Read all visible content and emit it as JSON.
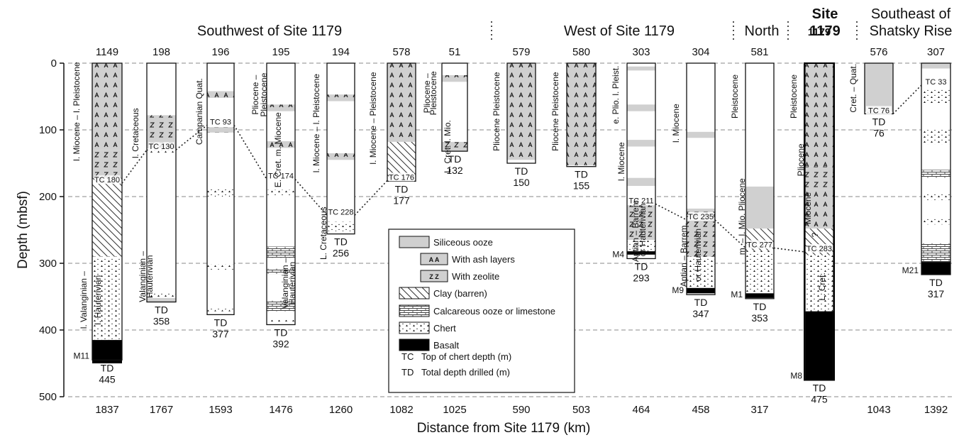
{
  "chart_data": {
    "type": "stratigraphic-columns",
    "ylabel": "Depth (mbsf)",
    "xlabel": "Distance from Site 1179 (km)",
    "yticks": [
      0,
      100,
      200,
      300,
      400,
      500
    ],
    "ylim": [
      0,
      500
    ],
    "regions": [
      {
        "label": "Southwest of Site 1179",
        "bold": false
      },
      {
        "label": "West of Site 1179",
        "bold": false
      },
      {
        "label": "North",
        "bold": false
      },
      {
        "label": "Site",
        "label2": "1179",
        "bold": true
      },
      {
        "label": "Southeast of",
        "label2": "Shatsky Rise",
        "bold": false
      }
    ],
    "colors": {
      "siliceous": "#d0d0d0",
      "basalt": "#000000",
      "clay_stroke": "#333333",
      "grid": "#888888"
    },
    "sites": [
      {
        "site": "1149",
        "distance": "1837",
        "td": 445,
        "td_label": "TD",
        "td_value": "445",
        "tc": 180,
        "tc_label": "TC 180",
        "m_label": "M11",
        "ages": [
          {
            "text": "l. Miocene – l. Pleistocene",
            "from": 0,
            "to": 145
          },
          {
            "text": "l. Valanginian –",
            "from": 290,
            "to": 420
          },
          {
            "text": "l. Hauterivian",
            "from": 290,
            "to": 420
          }
        ],
        "layers": [
          {
            "from": 0,
            "to": 130,
            "fill": "ash"
          },
          {
            "from": 130,
            "to": 172,
            "fill": "zeolite"
          },
          {
            "from": 172,
            "to": 290,
            "fill": "clay"
          },
          {
            "from": 290,
            "to": 415,
            "fill": "chert"
          },
          {
            "from": 415,
            "to": 450,
            "fill": "basalt"
          }
        ]
      },
      {
        "site": "198",
        "distance": "1767",
        "td": 358,
        "td_label": "TD",
        "td_value": "358",
        "tc": 130,
        "tc_label": "TC 130",
        "ages": [
          {
            "text": "l. Cretaceous",
            "from": 60,
            "to": 150
          },
          {
            "text": "Valanginian –",
            "from": 270,
            "to": 370
          },
          {
            "text": "Hauterivian",
            "from": 270,
            "to": 370
          }
        ],
        "layers": [
          {
            "from": 78,
            "to": 128,
            "fill": "zeolite"
          },
          {
            "from": 128,
            "to": 134,
            "fill": "chert"
          },
          {
            "from": 345,
            "to": 352,
            "fill": "chert"
          },
          {
            "from": 352,
            "to": 358,
            "fill": "siliceous"
          }
        ]
      },
      {
        "site": "196",
        "distance": "1593",
        "td": 377,
        "td_label": "TD",
        "td_value": "377",
        "tc": 93,
        "tc_label": "TC 93",
        "ages": [
          {
            "text": "Campanian Quat.",
            "from": 0,
            "to": 145
          }
        ],
        "layers": [
          {
            "from": 42,
            "to": 52,
            "fill": "ash"
          },
          {
            "from": 96,
            "to": 104,
            "fill": "zeolite"
          },
          {
            "from": 188,
            "to": 200,
            "fill": "chert"
          },
          {
            "from": 302,
            "to": 310,
            "fill": "chert"
          },
          {
            "from": 368,
            "to": 372,
            "fill": "chert"
          }
        ]
      },
      {
        "site": "195",
        "distance": "1476",
        "td": 392,
        "td_label": "TD",
        "td_value": "392",
        "tc": 174,
        "tc_label": "TC 174",
        "ages": [
          {
            "text": "Pliocene –",
            "from": 0,
            "to": 95
          },
          {
            "text": "Pleistocene",
            "from": 0,
            "to": 95
          },
          {
            "text": "E. Cret. m. Miocene",
            "from": 80,
            "to": 180
          },
          {
            "text": "Valanginian –",
            "from": 275,
            "to": 385
          },
          {
            "text": "Hauterivian",
            "from": 275,
            "to": 385
          }
        ],
        "layers": [
          {
            "from": 62,
            "to": 72,
            "fill": "ash"
          },
          {
            "from": 117,
            "to": 127,
            "fill": "ash"
          },
          {
            "from": 190,
            "to": 198,
            "fill": "chert"
          },
          {
            "from": 275,
            "to": 292,
            "fill": "limestone"
          },
          {
            "from": 308,
            "to": 316,
            "fill": "limestone"
          },
          {
            "from": 356,
            "to": 372,
            "fill": "limestone"
          },
          {
            "from": 385,
            "to": 390,
            "fill": "chert"
          }
        ]
      },
      {
        "site": "194",
        "distance": "1260",
        "td": 256,
        "td_label": "TD",
        "td_value": "256",
        "tc": 228,
        "tc_label": "TC 228",
        "ages": [
          {
            "text": "l. Miocene – l. Pleistocene",
            "from": 0,
            "to": 180
          },
          {
            "text": "L. Cretaceous",
            "from": 210,
            "to": 300
          }
        ],
        "layers": [
          {
            "from": 47,
            "to": 57,
            "fill": "ash"
          },
          {
            "from": 135,
            "to": 145,
            "fill": "ash"
          },
          {
            "from": 238,
            "to": 252,
            "fill": "chert"
          }
        ]
      },
      {
        "site": "578",
        "distance": "1082",
        "td": 177,
        "td_label": "TD",
        "td_value": "177",
        "tc": 176,
        "tc_label": "TC 176",
        "ages": [
          {
            "text": "l. Miocene – Pleistocene",
            "from": 0,
            "to": 165
          }
        ],
        "layers": [
          {
            "from": 0,
            "to": 118,
            "fill": "ash"
          },
          {
            "from": 118,
            "to": 172,
            "fill": "clay"
          }
        ]
      },
      {
        "site": "51",
        "distance": "1025",
        "td": 132,
        "td_label": "TD",
        "td_value": "132",
        "ages": [
          {
            "text": "Pliocene –",
            "from": 0,
            "to": 90
          },
          {
            "text": "Pleistocene",
            "from": 0,
            "to": 90
          },
          {
            "text": "L. Cret. l. Mio.",
            "from": 70,
            "to": 180
          }
        ],
        "layers": [
          {
            "from": 18,
            "to": 28,
            "fill": "ash"
          },
          {
            "from": 118,
            "to": 132,
            "fill": "zeolite"
          }
        ]
      },
      {
        "site": "579",
        "distance": "590",
        "td": 150,
        "td_label": "TD",
        "td_value": "150",
        "ages": [
          {
            "text": "Pliocene Pleistocene",
            "from": 0,
            "to": 145
          }
        ],
        "layers": [
          {
            "from": 0,
            "to": 145,
            "fill": "ash"
          }
        ]
      },
      {
        "site": "580",
        "distance": "503",
        "td": 155,
        "td_label": "TD",
        "td_value": "155",
        "ages": [
          {
            "text": "Pliocene Pleistocene",
            "from": 0,
            "to": 145
          }
        ],
        "layers": [
          {
            "from": 0,
            "to": 153,
            "fill": "ash"
          }
        ]
      },
      {
        "site": "303",
        "distance": "464",
        "td": 293,
        "td_label": "TD",
        "td_value": "293",
        "tc": 211,
        "tc_label": "TC 211",
        "m_label": "M4",
        "ages": [
          {
            "text": "e. Plio. l. Pleist.",
            "from": 0,
            "to": 95
          },
          {
            "text": "l. Miocene",
            "from": 95,
            "to": 200
          },
          {
            "text": "Aptian – Barrem.",
            "from": 215,
            "to": 285
          },
          {
            "text": "or Hauterivian",
            "from": 215,
            "to": 285
          }
        ],
        "layers": [
          {
            "from": 5,
            "to": 11,
            "fill": "siliceous"
          },
          {
            "from": 62,
            "to": 72,
            "fill": "siliceous"
          },
          {
            "from": 115,
            "to": 125,
            "fill": "siliceous"
          },
          {
            "from": 172,
            "to": 184,
            "fill": "siliceous"
          },
          {
            "from": 213,
            "to": 265,
            "fill": "zeolite"
          },
          {
            "from": 265,
            "to": 282,
            "fill": "chert"
          },
          {
            "from": 282,
            "to": 287,
            "fill": "basalt"
          }
        ]
      },
      {
        "site": "304",
        "distance": "458",
        "td": 347,
        "td_label": "TD",
        "td_value": "347",
        "tc": 235,
        "tc_label": "TC 235",
        "m_label": "M9",
        "ages": [
          {
            "text": "l. Miocene",
            "from": 0,
            "to": 180
          },
          {
            "text": "Aptian – Barrem.",
            "from": 230,
            "to": 345
          },
          {
            "text": "or Hauterivian",
            "from": 230,
            "to": 345
          }
        ],
        "layers": [
          {
            "from": 103,
            "to": 112,
            "fill": "siliceous"
          },
          {
            "from": 218,
            "to": 290,
            "fill": "zeolite"
          },
          {
            "from": 290,
            "to": 337,
            "fill": "chert"
          },
          {
            "from": 337,
            "to": 345,
            "fill": "basalt"
          }
        ]
      },
      {
        "site": "581",
        "distance": "317",
        "td": 353,
        "td_label": "TD",
        "td_value": "353",
        "tc": 277,
        "tc_label": "TC 277",
        "m_label": "M1",
        "ages": [
          {
            "text": "Pleistocene",
            "from": 0,
            "to": 100
          },
          {
            "text": "m. – l. Mio. Pliocene",
            "from": 170,
            "to": 290
          }
        ],
        "layers": [
          {
            "from": 185,
            "to": 248,
            "fill": "siliceous"
          },
          {
            "from": 248,
            "to": 282,
            "fill": "clay"
          },
          {
            "from": 282,
            "to": 345,
            "fill": "chert"
          },
          {
            "from": 345,
            "to": 352,
            "fill": "basalt"
          }
        ]
      },
      {
        "site": "1179",
        "distance": "",
        "td": 475,
        "td_label": "TD",
        "td_value": "475",
        "tc": 283,
        "tc_label": "TC 283",
        "m_label": "M8",
        "ages": [
          {
            "text": "Pleistocene",
            "from": 0,
            "to": 100
          },
          {
            "text": "Pliocene",
            "from": 100,
            "to": 190
          },
          {
            "text": "Miocene",
            "from": 185,
            "to": 250
          },
          {
            "text": "?",
            "from": 250,
            "to": 265
          },
          {
            "text": "L. Cret.",
            "from": 290,
            "to": 380
          }
        ],
        "layers": [
          {
            "from": 0,
            "to": 155,
            "fill": "ash"
          },
          {
            "from": 155,
            "to": 190,
            "fill": "zeolite"
          },
          {
            "from": 190,
            "to": 248,
            "fill": "ash"
          },
          {
            "from": 248,
            "to": 288,
            "fill": "clay"
          },
          {
            "from": 288,
            "to": 372,
            "fill": "chert"
          },
          {
            "from": 372,
            "to": 475,
            "fill": "basalt"
          }
        ]
      },
      {
        "site": "576",
        "distance": "1043",
        "td": 76,
        "td_label": "TD",
        "td_value": "76",
        "tc": 76,
        "tc_label": "TC 76",
        "ages": [
          {
            "text": "Cret. – Quat.",
            "from": 0,
            "to": 75
          }
        ],
        "layers": [
          {
            "from": 0,
            "to": 73,
            "fill": "siliceous"
          },
          {
            "from": 73,
            "to": 76,
            "fill": "chert"
          }
        ]
      },
      {
        "site": "307",
        "distance": "1392",
        "td": 317,
        "td_label": "TD",
        "td_value": "317",
        "tc": 33,
        "tc_label": "TC 33",
        "m_label": "M21",
        "ages": [],
        "layers": [
          {
            "from": 0,
            "to": 8,
            "fill": "siliceous"
          },
          {
            "from": 40,
            "to": 60,
            "fill": "chert"
          },
          {
            "from": 100,
            "to": 122,
            "fill": "chert"
          },
          {
            "from": 160,
            "to": 172,
            "fill": "limestone"
          },
          {
            "from": 195,
            "to": 206,
            "fill": "chert"
          },
          {
            "from": 232,
            "to": 242,
            "fill": "chert"
          },
          {
            "from": 270,
            "to": 298,
            "fill": "limestone"
          },
          {
            "from": 298,
            "to": 317,
            "fill": "basalt"
          }
        ]
      }
    ],
    "legend": [
      {
        "label": "Siliceous ooze",
        "swatch": "siliceous"
      },
      {
        "label": "With ash layers",
        "swatch": "ash",
        "glyph": "A A"
      },
      {
        "label": "With zeolite",
        "swatch": "zeolite",
        "glyph": "Z Z"
      },
      {
        "label": "Clay (barren)",
        "swatch": "clay"
      },
      {
        "label": "Calcareous ooze or limestone",
        "swatch": "limestone"
      },
      {
        "label": "Chert",
        "swatch": "chert"
      },
      {
        "label": "Basalt",
        "swatch": "basalt"
      },
      {
        "label": "Top of chert depth (m)",
        "abbr": "TC"
      },
      {
        "label": "Total depth drilled (m)",
        "abbr": "TD"
      }
    ]
  }
}
